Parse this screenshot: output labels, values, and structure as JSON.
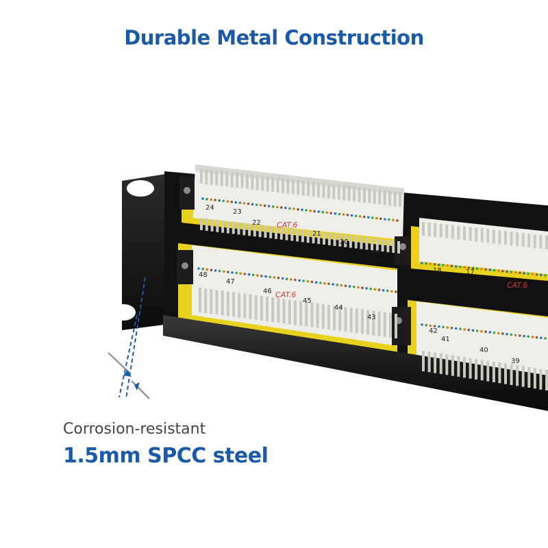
{
  "header": {
    "title": "Durable Metal Construction"
  },
  "callout": {
    "line1": "Corrosion-resistant",
    "line2": "1.5mm SPCC steel"
  },
  "panel": {
    "upper_row_numbers": [
      "24",
      "23",
      "22",
      "21",
      "20",
      "19",
      "18",
      "17",
      "16"
    ],
    "lower_row_numbers": [
      "48",
      "47",
      "46",
      "45",
      "44",
      "43",
      "42",
      "41",
      "40",
      "39"
    ],
    "module_label": "CAT.6"
  },
  "colors": {
    "brand_blue": "#1a5aa8",
    "panel_black": "#151515",
    "module_yellow": "#e8d21e",
    "keystone_white": "#efefea"
  }
}
